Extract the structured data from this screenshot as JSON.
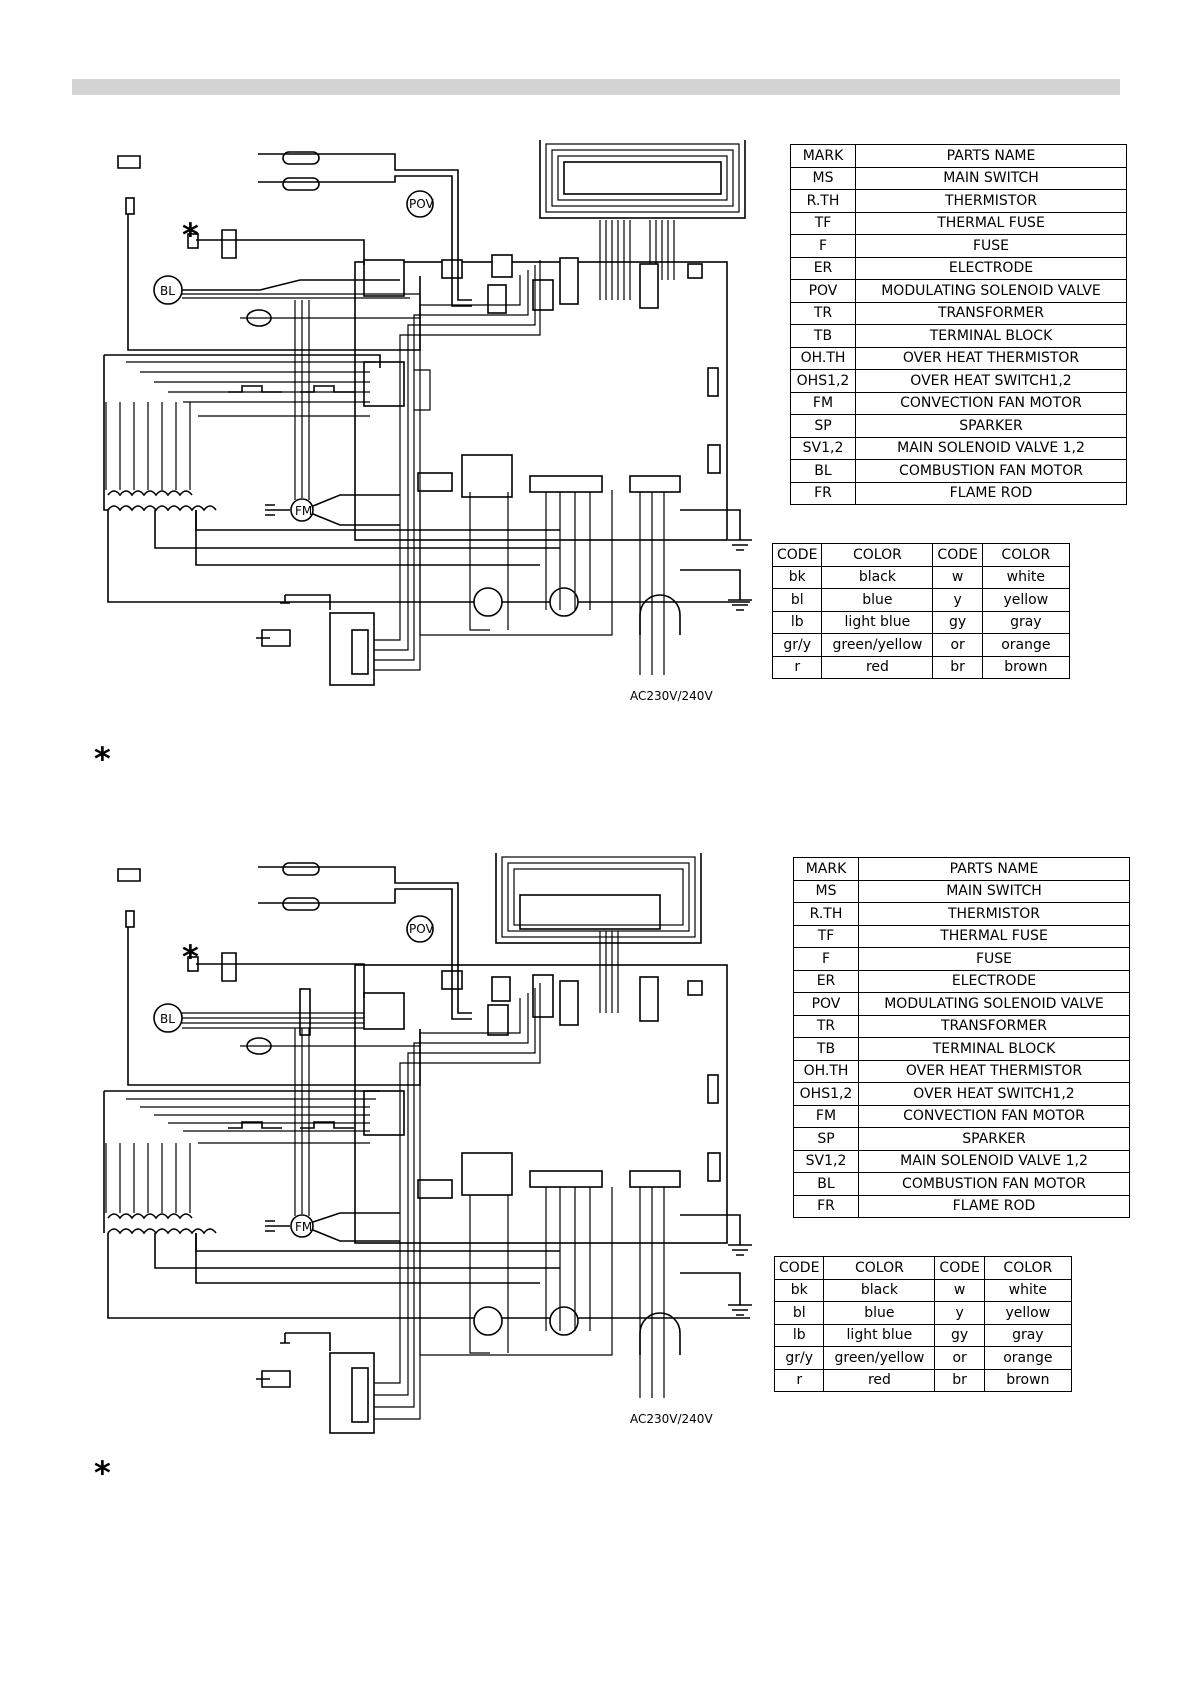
{
  "parts_table": {
    "header": {
      "mark": "MARK",
      "name": "PARTS NAME"
    },
    "rows": [
      {
        "mark": "MS",
        "name": "MAIN SWITCH"
      },
      {
        "mark": "R.TH",
        "name": "THERMISTOR"
      },
      {
        "mark": "TF",
        "name": "THERMAL FUSE"
      },
      {
        "mark": "F",
        "name": "FUSE"
      },
      {
        "mark": "ER",
        "name": "ELECTRODE"
      },
      {
        "mark": "POV",
        "name": "MODULATING SOLENOID VALVE"
      },
      {
        "mark": "TR",
        "name": "TRANSFORMER"
      },
      {
        "mark": "TB",
        "name": "TERMINAL BLOCK"
      },
      {
        "mark": "OH.TH",
        "name": "OVER HEAT THERMISTOR"
      },
      {
        "mark": "OHS1,2",
        "name": "OVER HEAT SWITCH1,2"
      },
      {
        "mark": "FM",
        "name": "CONVECTION FAN MOTOR"
      },
      {
        "mark": "SP",
        "name": "SPARKER"
      },
      {
        "mark": "SV1,2",
        "name": "MAIN SOLENOID VALVE 1,2"
      },
      {
        "mark": "BL",
        "name": "COMBUSTION FAN MOTOR"
      },
      {
        "mark": "FR",
        "name": "FLAME ROD"
      }
    ]
  },
  "color_table": {
    "header": [
      "CODE",
      "COLOR",
      "CODE",
      "COLOR"
    ],
    "rows": [
      [
        "bk",
        "black",
        "w",
        "white"
      ],
      [
        "bl",
        "blue",
        "y",
        "yellow"
      ],
      [
        "lb",
        "light blue",
        "gy",
        "gray"
      ],
      [
        "gr/y",
        "green/yellow",
        "or",
        "orange"
      ],
      [
        "r",
        "red",
        "br",
        "brown"
      ]
    ]
  },
  "diagram_labels": {
    "pov": "POV",
    "bl": "BL",
    "fm": "FM",
    "ac": "AC230V/240V",
    "star": "*"
  }
}
